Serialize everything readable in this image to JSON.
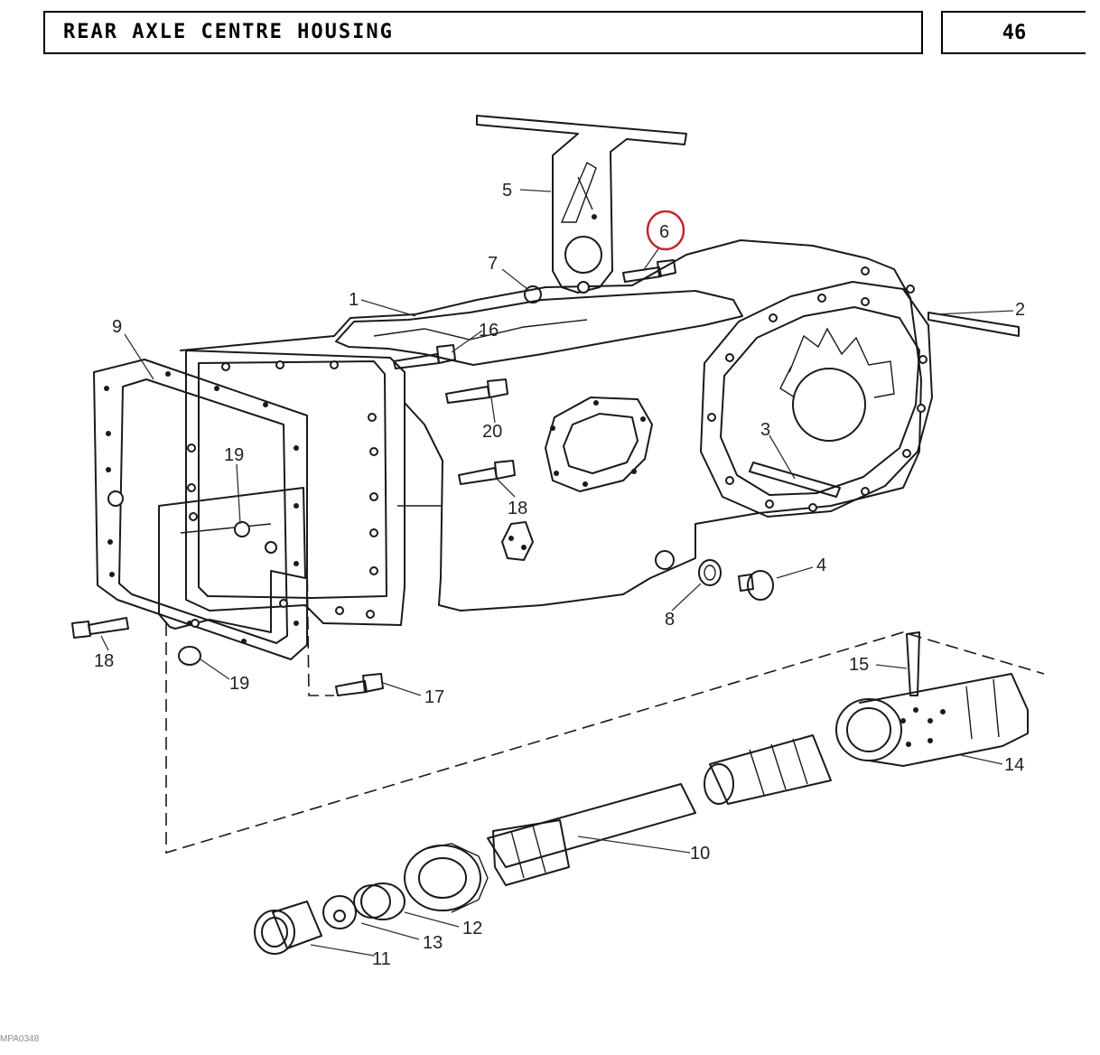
{
  "header": {
    "title": "REAR AXLE CENTRE HOUSING",
    "page_number": "46"
  },
  "reference": "MPA0348",
  "callouts": [
    {
      "id": "1",
      "label": "1"
    },
    {
      "id": "2",
      "label": "2"
    },
    {
      "id": "3",
      "label": "3"
    },
    {
      "id": "4",
      "label": "4"
    },
    {
      "id": "5",
      "label": "5"
    },
    {
      "id": "6",
      "label": "6",
      "highlighted": true
    },
    {
      "id": "7",
      "label": "7"
    },
    {
      "id": "8",
      "label": "8"
    },
    {
      "id": "9",
      "label": "9"
    },
    {
      "id": "10",
      "label": "10"
    },
    {
      "id": "11",
      "label": "11"
    },
    {
      "id": "12",
      "label": "12"
    },
    {
      "id": "13",
      "label": "13"
    },
    {
      "id": "14",
      "label": "14"
    },
    {
      "id": "15",
      "label": "15"
    },
    {
      "id": "16",
      "label": "16"
    },
    {
      "id": "17",
      "label": "17"
    },
    {
      "id": "18a",
      "label": "18"
    },
    {
      "id": "18b",
      "label": "18"
    },
    {
      "id": "19a",
      "label": "19"
    },
    {
      "id": "19b",
      "label": "19"
    },
    {
      "id": "20",
      "label": "20"
    }
  ],
  "colors": {
    "highlight": "#c0282d",
    "line": "#1a1a1a"
  }
}
